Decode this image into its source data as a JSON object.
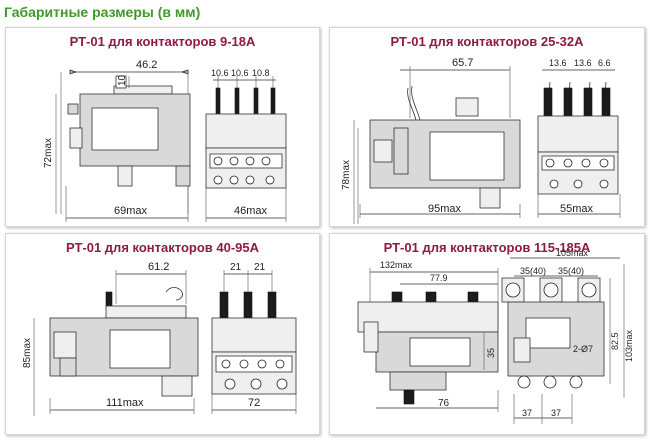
{
  "page_title": "Габаритные размеры (в мм)",
  "colors": {
    "title": "#3f9a2a",
    "panel_title": "#8e1b44"
  },
  "panels": [
    {
      "title": "РТ-01 для контакторов 9-18А",
      "dims": {
        "top": "46.2",
        "side_small": "10",
        "height": "72max",
        "bottom": "69max",
        "front_bottom": "46max",
        "pitch_1": "10.6",
        "pitch_2": "10.6",
        "pitch_3": "10.8"
      }
    },
    {
      "title": "РТ-01 для контакторов 25-32А",
      "dims": {
        "top": "65.7",
        "height": "78max",
        "bottom": "95max",
        "front_bottom": "55max",
        "pitch_1": "13.6",
        "pitch_2": "13.6",
        "pitch_3": "6.6"
      }
    },
    {
      "title": "РТ-01 для контакторов 40-95А",
      "dims": {
        "top": "61.2",
        "height": "85max",
        "bottom": "111max",
        "front_bottom": "72",
        "pitch_1": "21",
        "pitch_2": "21"
      }
    },
    {
      "title": "РТ-01 для контакторов 115-185А",
      "dims": {
        "top_max": "132max",
        "top_inner": "77.9",
        "height_small": "35",
        "bottom": "76",
        "front_top": "105max",
        "pitch_top_1": "35(40)",
        "pitch_top_2": "35(40)",
        "right_outer": "103max",
        "right_inner": "82.5",
        "side_hole": "2-Ø7",
        "bottom_1": "37",
        "bottom_2": "37"
      }
    }
  ]
}
